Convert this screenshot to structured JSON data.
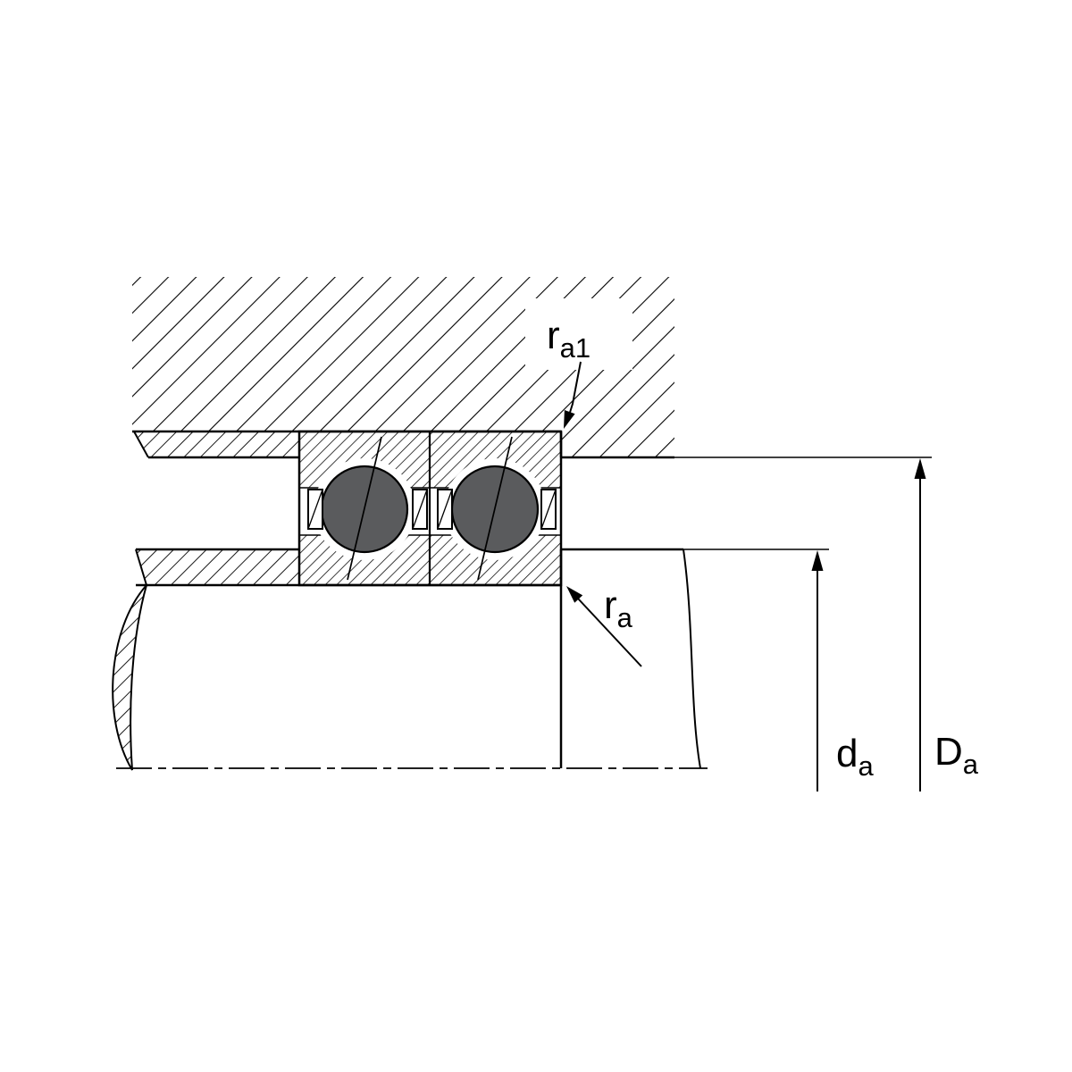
{
  "diagram": {
    "title": "bearing-mounting-dimensions-cross-section",
    "labels": {
      "ra1": {
        "base": "r",
        "sub": "a1"
      },
      "ra": {
        "base": "r",
        "sub": "a"
      },
      "da": {
        "base": "d",
        "sub": "a"
      },
      "Da": {
        "base": "D",
        "sub": "a"
      }
    },
    "colors": {
      "line": "#000000",
      "ball_fill": "#5a5b5d",
      "background": "#ffffff"
    }
  }
}
